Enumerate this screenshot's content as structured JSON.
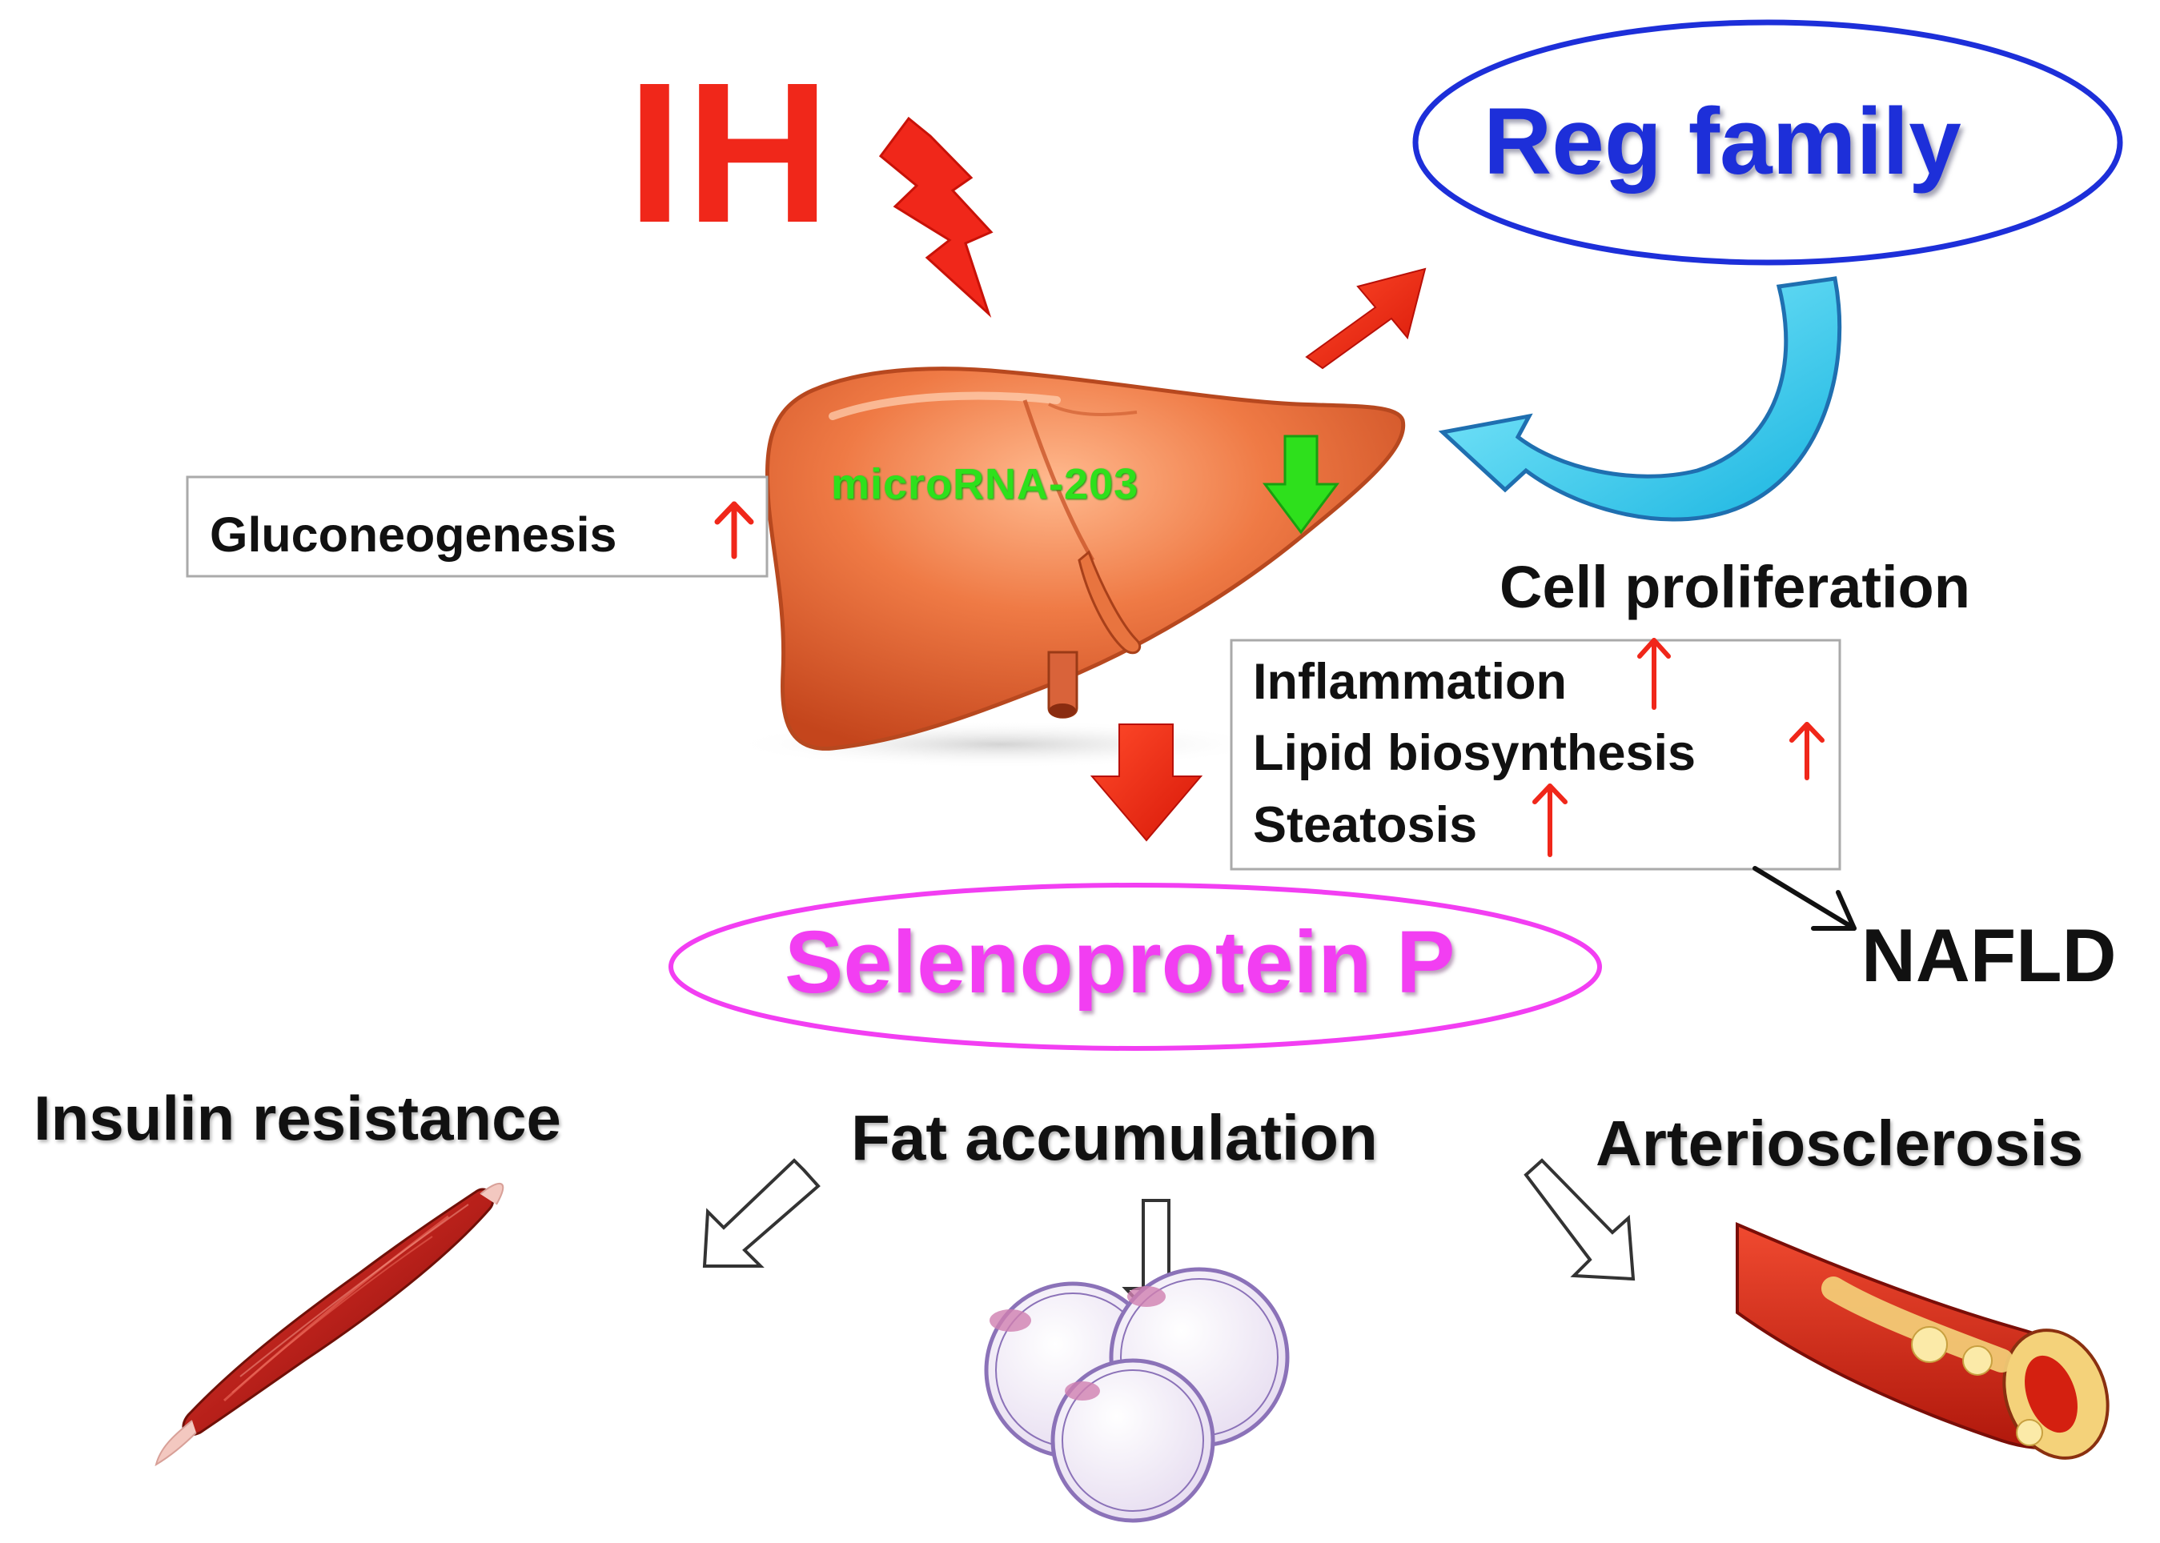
{
  "labels": {
    "ih": "IH",
    "reg_family": "Reg family",
    "microrna": "microRNA-203",
    "gluconeogenesis": "Gluconeogenesis",
    "cell_proliferation": "Cell proliferation",
    "inflammation": "Inflammation",
    "lipid_biosynthesis": "Lipid biosynthesis",
    "steatosis": "Steatosis",
    "selenoprotein_p": "Selenoprotein P",
    "nafld": "NAFLD",
    "insulin_resistance": "Insulin resistance",
    "fat_accumulation": "Fat accumulation",
    "arteriosclerosis": "Arteriosclerosis"
  },
  "icons": {
    "lightning": "lightning-bolt-icon",
    "liver": "liver-icon",
    "muscle": "muscle-icon",
    "fat_cells": "fat-cells-icon",
    "artery": "artery-icon",
    "up_arrow": "red-up-arrow-icon",
    "down_arrow": "green-down-arrow-icon"
  },
  "colors": {
    "red": "#f0271a",
    "reg_blue": "#1d2fd9",
    "magenta": "#f23ef2",
    "green": "#2ee01c",
    "cyan": "#2fd6f2",
    "liver_orange": "#e8703f"
  }
}
